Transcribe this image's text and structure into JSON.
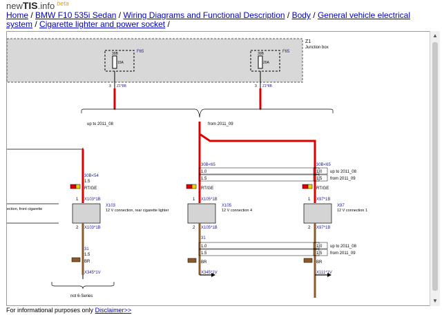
{
  "site": {
    "name_prefix": "new",
    "name_bold": "TIS",
    "name_suffix": ".info",
    "beta": "beta"
  },
  "breadcrumb": [
    {
      "label": "Home"
    },
    {
      "label": "BMW F10 535i Sedan"
    },
    {
      "label": "Wiring Diagrams and Functional Description"
    },
    {
      "label": "Body"
    },
    {
      "label": "General vehicle electrical system"
    },
    {
      "label": "Cigarette lighter and power socket"
    }
  ],
  "footer": {
    "text": "For informational purposes only",
    "link": "Disclaimer>>"
  },
  "diagram": {
    "junction_box": {
      "id": "Z1",
      "label": "Junction box"
    },
    "fuses": [
      {
        "name": "F65",
        "pin": "30B",
        "rating": "15A",
        "conn_pin": "3",
        "conn": "Z1*8B"
      },
      {
        "name": "F65",
        "pin": "30B",
        "rating": "20A",
        "conn_pin": "3",
        "conn": "Z1*8B"
      }
    ],
    "variant_left": "up to 2011_08",
    "variant_right": "from 2011_09",
    "wires_30b": [
      {
        "circuit": "30B<54",
        "size": "1.5",
        "color": "RT/GE"
      },
      {
        "circuit": "30B<65",
        "rows": [
          "1.0",
          "1.5"
        ],
        "color": "RT/GE"
      },
      {
        "circuit": "30B<65",
        "rows": [
          "1.0",
          "1.5"
        ],
        "color": "RT/GE",
        "notes": [
          "up to 2011_08",
          "from 2011_09"
        ]
      }
    ],
    "connectors": [
      {
        "id": "X103",
        "top": "X103*1B",
        "bottom": "X103*1B",
        "pin_top": "1",
        "pin_bottom": "2",
        "desc": "12 V connection, rear cigarette lighter"
      },
      {
        "id": "X105",
        "top": "X105*1B",
        "bottom": "X105*1B",
        "pin_top": "1",
        "pin_bottom": "2",
        "desc": "12 V connection 4"
      },
      {
        "id": "X97",
        "top": "X97*1B",
        "bottom": "X97*1B",
        "pin_top": "1",
        "pin_bottom": "2",
        "desc": "12 V connection 1"
      }
    ],
    "left_cut_label": "ection, front cigarette",
    "wires_31": [
      {
        "circuit": "31",
        "size": "1.5",
        "color": "BR",
        "ground": "X345*1V"
      },
      {
        "circuit": "31",
        "rows": [
          "1.0",
          "1.5"
        ],
        "color": "BR",
        "ground": "X345*1V"
      },
      {
        "circuit": "31",
        "rows": [
          "1.0",
          "1.5"
        ],
        "color": "BR",
        "ground": "X111*1V",
        "notes": [
          "up to 2011_08",
          "from 2011_09"
        ]
      }
    ],
    "not_series": "not 6-Series"
  }
}
